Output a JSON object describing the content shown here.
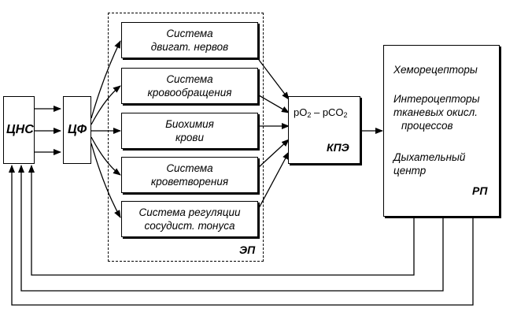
{
  "cns": {
    "label": "ЦНС"
  },
  "cf": {
    "label": "ЦФ"
  },
  "ep": {
    "label": "ЭП"
  },
  "systems": [
    {
      "line1": "Система",
      "line2": "двигат. нервов"
    },
    {
      "line1": "Система",
      "line2": "кровообращения"
    },
    {
      "line1": "Биохимия",
      "line2": "крови"
    },
    {
      "line1": "Система",
      "line2": "кроветворения"
    },
    {
      "line1": "Система регуляции",
      "line2": "сосудист. тонуса"
    }
  ],
  "kpe": {
    "label": "КПЭ",
    "formula_left": "pO",
    "formula_sub1": "2",
    "formula_mid": " – pCO",
    "formula_sub2": "2"
  },
  "rp": {
    "label": "РП",
    "items": [
      {
        "lines": [
          "Хеморецепторы"
        ]
      },
      {
        "lines": [
          "Интероцепторы",
          "тканевых  окисл.",
          "процессов"
        ]
      },
      {
        "lines": [
          "Дыхательный",
          "центр"
        ]
      }
    ]
  }
}
